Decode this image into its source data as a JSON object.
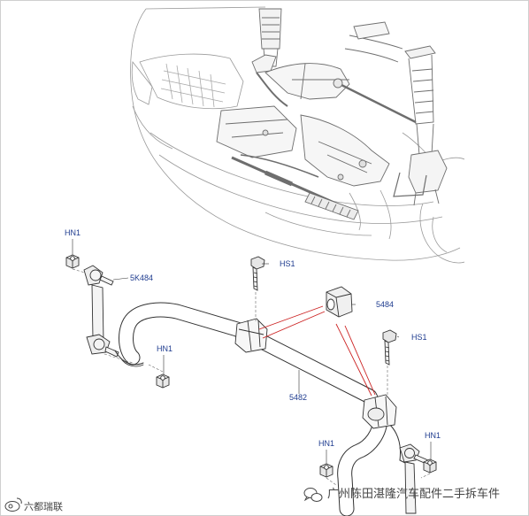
{
  "colors": {
    "line": "#5a5a5a",
    "light_line": "#9a9a9a",
    "label": "#1f3c8f",
    "pointer": "#cc2222",
    "watermark": "#444444",
    "border": "#cfcfcf"
  },
  "callouts": {
    "hn1_top_left": "HN1",
    "sk484": "5K484",
    "hs1_center": "HS1",
    "p5484": "5484",
    "hn1_mid_left": "HN1",
    "hs1_right": "HS1",
    "p5482": "5482",
    "hn1_bottom_mid": "HN1",
    "hn1_bottom_right": "HN1"
  },
  "watermark": {
    "left_text": "六都瑞联",
    "right_text": "广州陈田湛隆汽车配件二手拆车件",
    "left_icon": "weibo-logo-icon",
    "right_icon": "wechat-logo-icon"
  }
}
